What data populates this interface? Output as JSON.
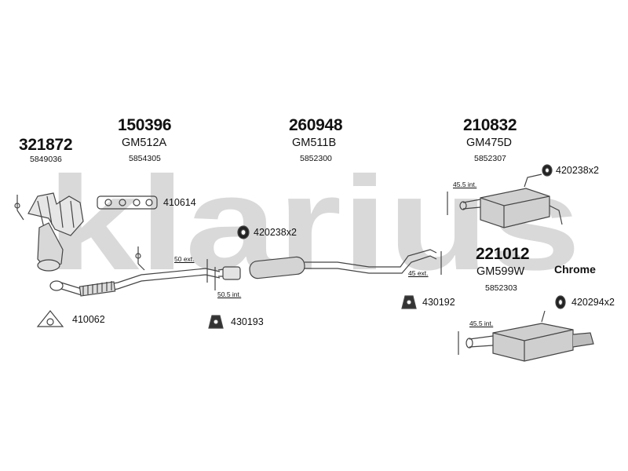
{
  "watermark": {
    "brand": "klarius",
    "color": "#d9d9d9"
  },
  "colors": {
    "line": "#444444",
    "text": "#111111",
    "part_fill": "#cfcfcf"
  },
  "main_parts": [
    {
      "part_number": "321872",
      "code": "",
      "oe_number": "5849036"
    },
    {
      "part_number": "150396",
      "code": "GM512A",
      "oe_number": "5854305"
    },
    {
      "part_number": "260948",
      "code": "GM511B",
      "oe_number": "5852300"
    },
    {
      "part_number": "210832",
      "code": "GM475D",
      "oe_number": "5852307"
    },
    {
      "part_number": "221012",
      "code": "GM599W",
      "oe_number": "5852303"
    }
  ],
  "accessories": [
    {
      "number": "410614",
      "icon": "manifold-gasket-icon"
    },
    {
      "number": "420238x2",
      "icon": "rubber-mount-icon"
    },
    {
      "number": "410062",
      "icon": "triangle-gasket-icon"
    },
    {
      "number": "430193",
      "icon": "hanger-bracket-icon"
    },
    {
      "number": "430192",
      "icon": "hanger-bracket-icon"
    },
    {
      "number": "420238x2",
      "icon": "rubber-mount-icon"
    },
    {
      "number": "420294x2",
      "icon": "rubber-mount-icon"
    }
  ],
  "dimensions": [
    "50 ext.",
    "50.5 int.",
    "45 ext.",
    "45.5 int.",
    "45.5 int."
  ],
  "variant_label": "Chrome"
}
